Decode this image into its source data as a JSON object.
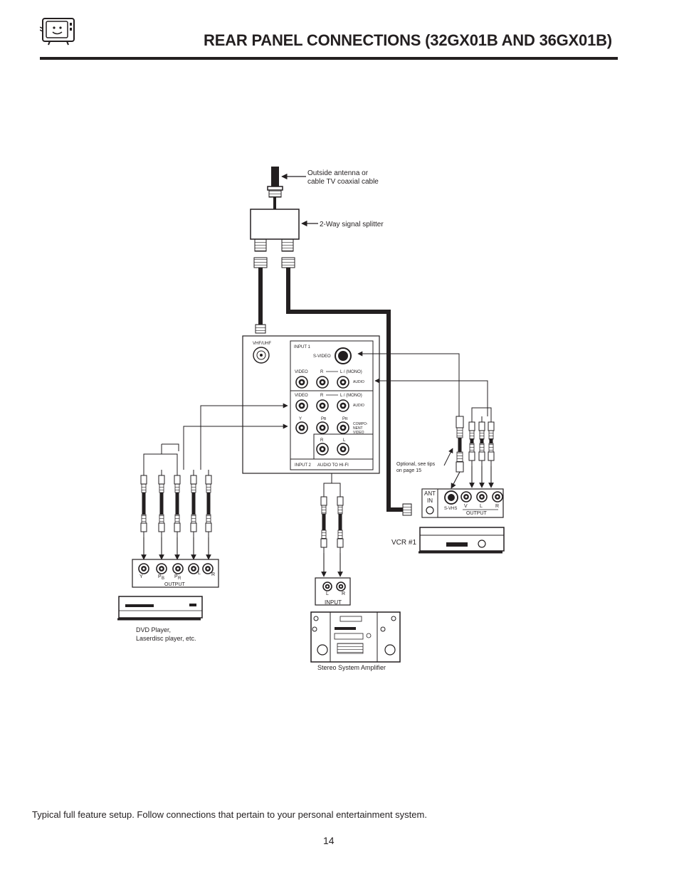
{
  "header": {
    "title": "REAR PANEL CONNECTIONS (32GX01B AND 36GX01B)"
  },
  "labels": {
    "antenna": [
      "Outside antenna or",
      "cable TV coaxial cable"
    ],
    "splitter": "2-Way signal splitter",
    "optional_tips": [
      "Optional, see tips",
      "on page 15"
    ],
    "vcr": "VCR #1",
    "dvd": [
      "DVD Player,",
      "Laserdisc player, etc."
    ],
    "amplifier": "Stereo System Amplifier"
  },
  "tv_panel": {
    "vhf_uhf": "VHF/UHF",
    "input1": "INPUT 1",
    "svideo": "S-VIDEO",
    "video": "VIDEO",
    "r": "R",
    "l_mono": "L / (MONO)",
    "audio": "AUDIO",
    "y": "Y",
    "p": "P",
    "b": "B",
    "rsub": "R",
    "component": [
      "COMPO-",
      "NENT",
      "VIDEO"
    ],
    "l": "L",
    "input2": "INPUT 2",
    "audio_hifi": "AUDIO TO HI-FI"
  },
  "vcr_panel": {
    "ant": "ANT",
    "in": "IN",
    "svhs": "S-VHS",
    "v": "V",
    "l": "L",
    "r": "R",
    "output": "OUTPUT"
  },
  "dvd_panel": {
    "y": "Y",
    "p": "P",
    "b": "B",
    "rsub": "R",
    "l": "L",
    "r": "R",
    "output": "OUTPUT"
  },
  "amp_panel": {
    "l": "L",
    "r": "R",
    "input": "INPUT"
  },
  "footer": {
    "caption": "Typical full feature setup.  Follow connections that pertain to your personal entertainment system.",
    "page": "14"
  }
}
